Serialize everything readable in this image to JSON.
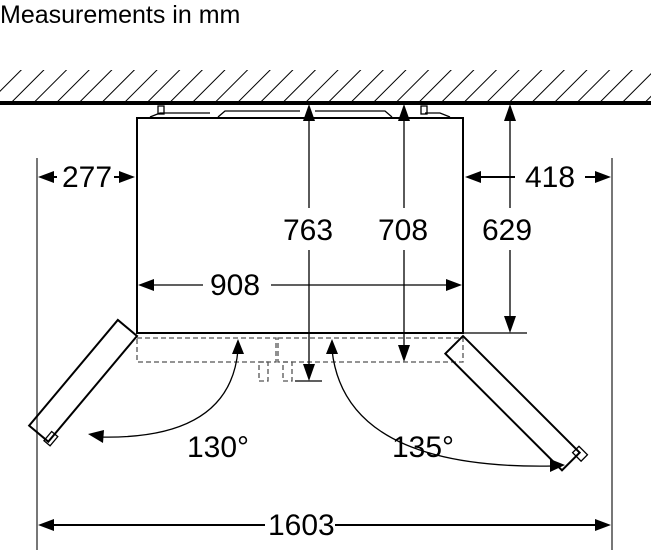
{
  "title": "Measurements in mm",
  "dimensions": {
    "left_clearance": "277",
    "right_clearance": "418",
    "depth_with_handles": "763",
    "depth_body": "708",
    "depth_to_wall": "629",
    "width": "908",
    "total_width_doors_open": "1603",
    "left_door_angle": "130°",
    "right_door_angle": "135°"
  }
}
